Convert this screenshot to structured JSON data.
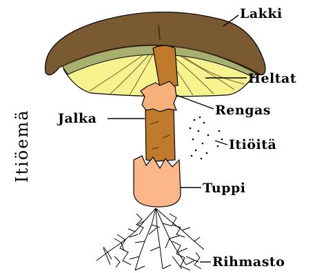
{
  "title": "Itiöemä",
  "labels": {
    "lakki": "Lakki",
    "heltat": "Heltat",
    "rengas": "Rengas",
    "itioita": "Itiöitä",
    "jalka": "Jalka",
    "tuppi": "Tuppi",
    "rihmasto": "Rihmasto"
  },
  "colors": {
    "cap": "#7a5a30",
    "gills": "#f6f28e",
    "stem": "#c07a2c",
    "ring": "#f5b07c",
    "volva": "#fbb68a",
    "mycelium": "#000000"
  }
}
